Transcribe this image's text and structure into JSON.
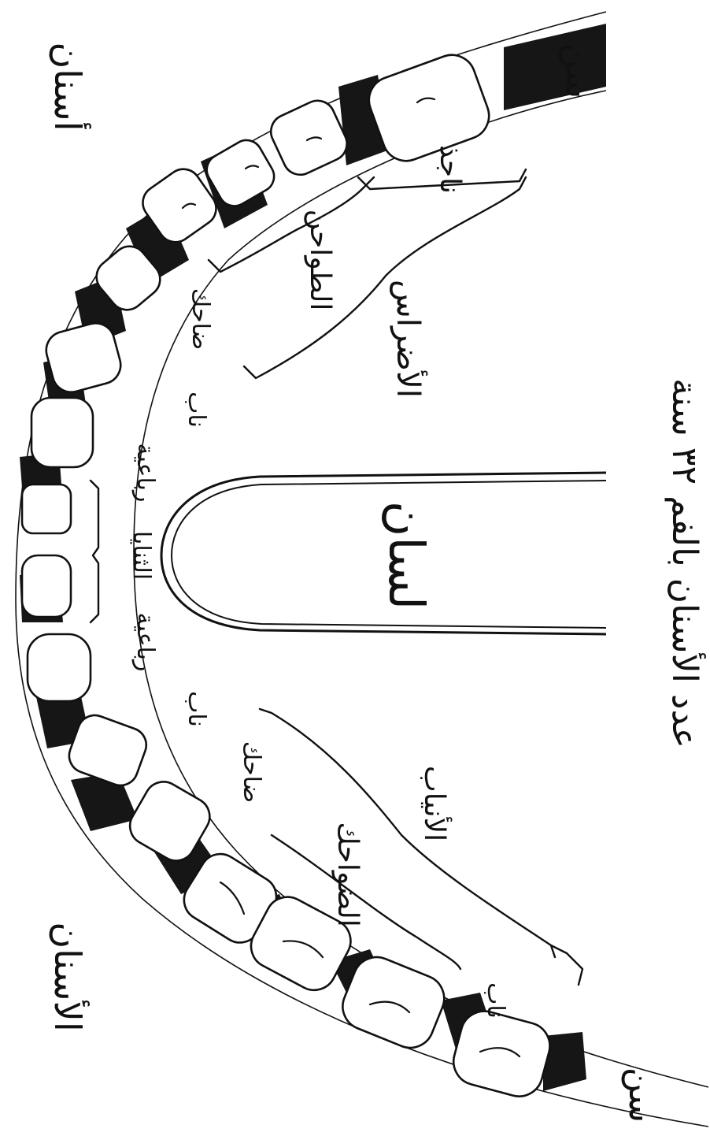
{
  "title_top": "أسنان",
  "title_bottom": "الأسنان",
  "tongue_label": "لسان",
  "caption": "عدد الأسنان بالفم ٣٢ سنة",
  "labels": {
    "end_top": "سن",
    "end_bottom": "سن",
    "najidh": "ناجذ",
    "tawahin": "الطواحن",
    "adras": "الأضراس",
    "dahik_top": "ضاحك",
    "nab_top": "ناب",
    "rubaiya_top": "رباعية",
    "thanaya": "الثنايا",
    "rubaiya_bottom": "رباعية",
    "nab_bottom": "ناب",
    "dahik_bottom": "ضاحك",
    "dawahik": "الضواحك",
    "anyab": "الأنياب",
    "naab_far": "ناب"
  }
}
